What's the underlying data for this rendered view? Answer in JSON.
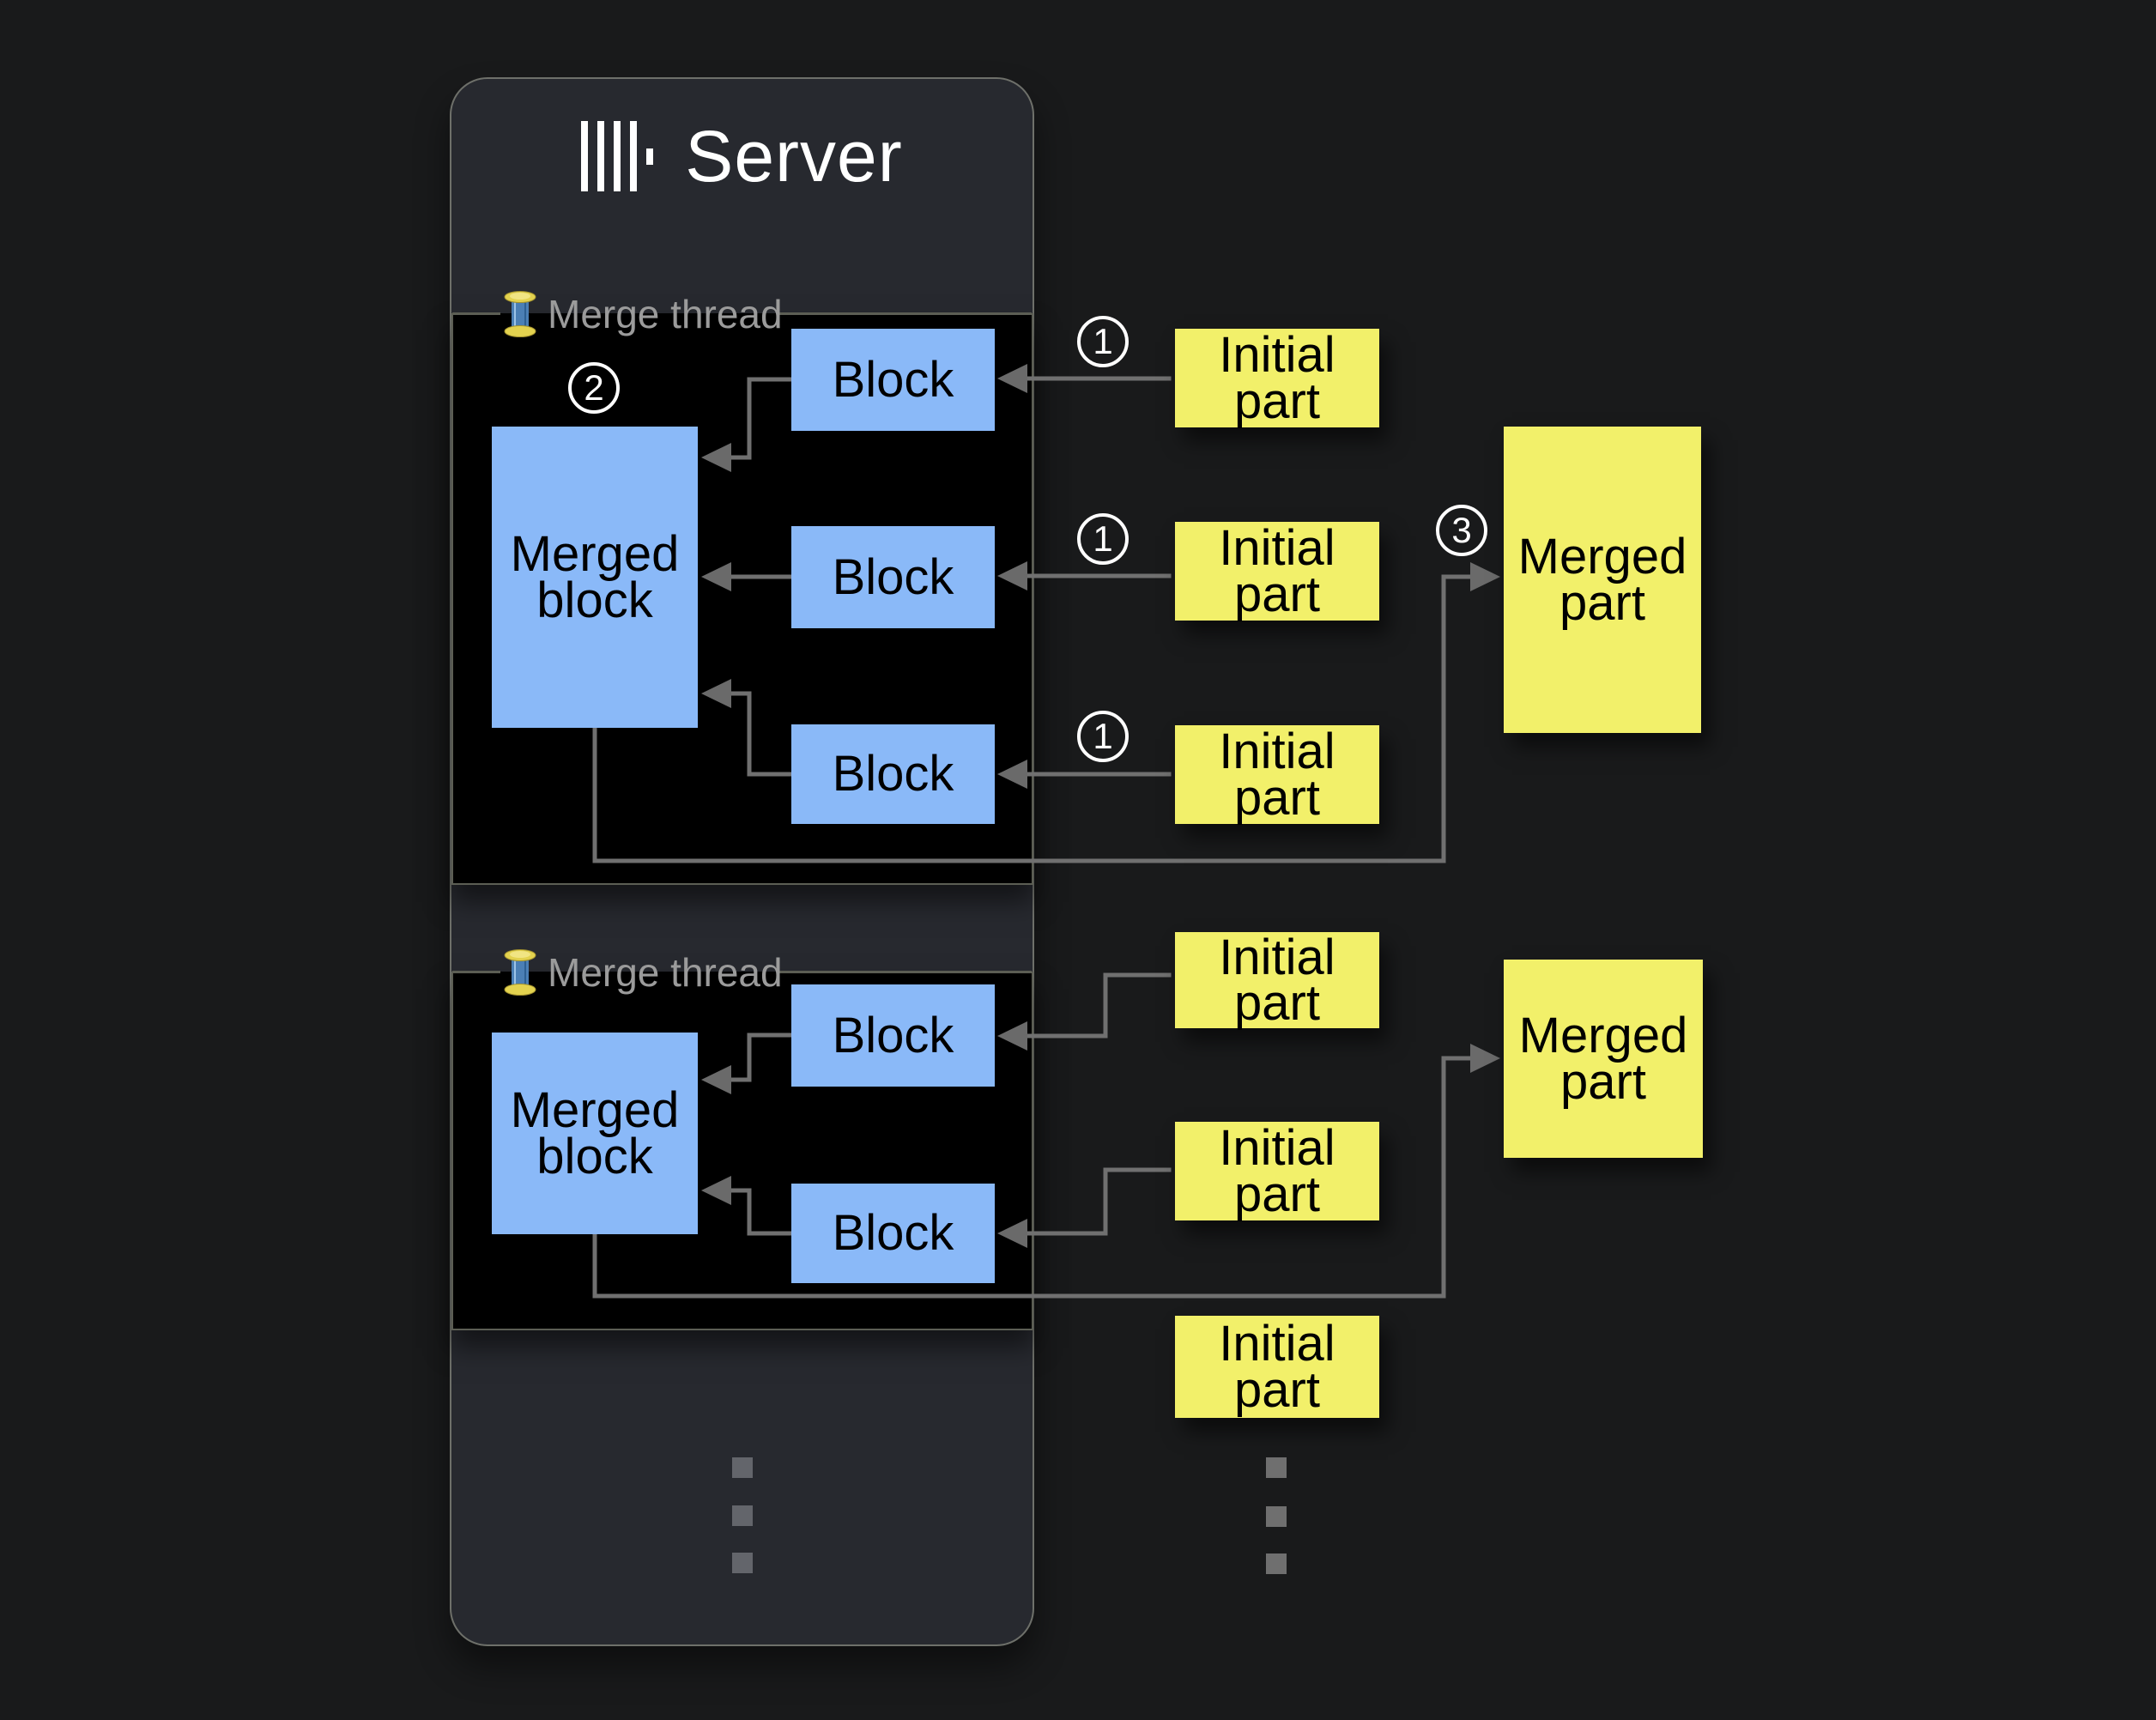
{
  "colors": {
    "page_bg": "#191a1b",
    "server_panel_bg": "#27292f",
    "thread_box_bg": "#000000",
    "block_blue": "#8ab9f8",
    "part_yellow": "#f2f06a",
    "connector_gray": "#707070",
    "thread_label_gray": "#9b9b9b",
    "title_white": "#ffffff"
  },
  "server": {
    "title": "Server",
    "logo": "clickhouse-bars-logo"
  },
  "threads": [
    {
      "label": "Merge thread",
      "icon": "thread-spool-icon",
      "merged_block": "Merged block",
      "blocks": [
        "Block",
        "Block",
        "Block"
      ]
    },
    {
      "label": "Merge thread",
      "icon": "thread-spool-icon",
      "merged_block": "Merged block",
      "blocks": [
        "Block",
        "Block"
      ]
    }
  ],
  "initial_parts": [
    "Initial part",
    "Initial part",
    "Initial part",
    "Initial part",
    "Initial part",
    "Initial part"
  ],
  "merged_parts": [
    "Merged part",
    "Merged part"
  ],
  "step_badges": {
    "insert": "1",
    "merge": "2",
    "result": "3"
  }
}
